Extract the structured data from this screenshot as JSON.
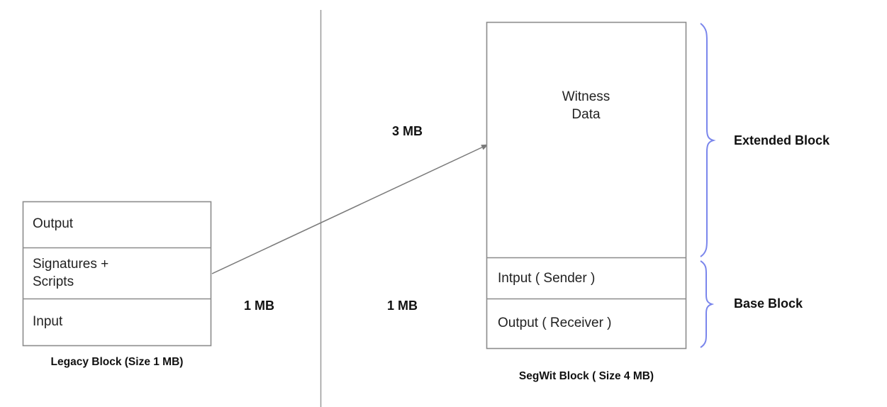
{
  "diagram": {
    "type": "block-comparison",
    "title_visible": false,
    "background_color": "#ffffff",
    "stroke_color": "#8c8c8c",
    "text_color": "#222222",
    "brace_color": "#7a86ec",
    "arrow_color": "#7a7a7a"
  },
  "legacy_block": {
    "caption": "Legacy Block (Size 1 MB)",
    "size_label": "1 MB",
    "rows": [
      {
        "label": "Output"
      },
      {
        "label": "Signatures +\nScripts"
      },
      {
        "label": "Input"
      }
    ]
  },
  "segwit_block": {
    "caption": "SegWit Block ( Size 4 MB)",
    "size_label": "1 MB",
    "rows": [
      {
        "label": "Witness\nData"
      },
      {
        "label": "Intput ( Sender )"
      },
      {
        "label": "Output ( Receiver )"
      }
    ],
    "braces": [
      {
        "label": "Extended Block"
      },
      {
        "label": "Base Block"
      }
    ]
  },
  "arrow": {
    "label": "3 MB",
    "from": "Signatures + Scripts",
    "to": "Witness Data"
  },
  "divider": {
    "name": "vertical-separator"
  }
}
